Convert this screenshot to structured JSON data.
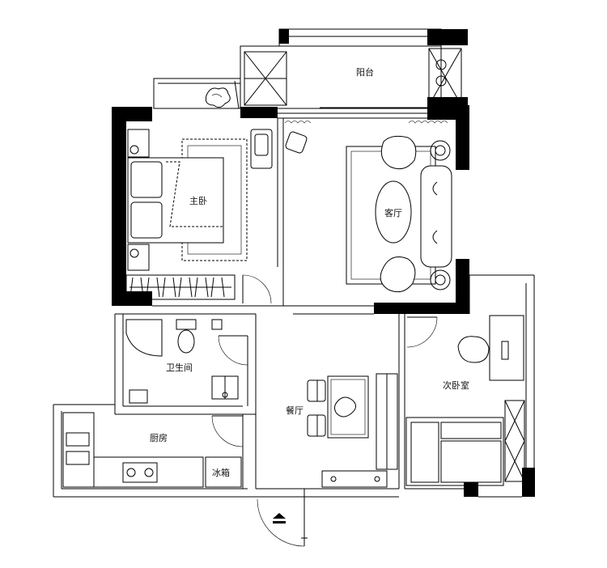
{
  "rooms": {
    "balcony": "阳台",
    "master_bedroom": "主卧",
    "living_room": "客厅",
    "bathroom": "卫生间",
    "second_bedroom": "次卧室",
    "dining_room": "餐厅",
    "kitchen": "厨房",
    "fridge": "冰箱"
  },
  "entrance_icon": "up-arrow-entrance-icon"
}
